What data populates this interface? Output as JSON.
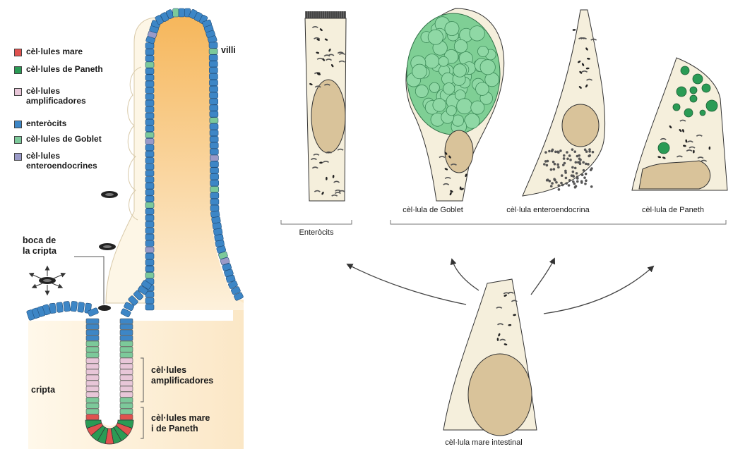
{
  "legend": {
    "items": [
      {
        "label": "cèl·lules mare",
        "color": "#e0524f"
      },
      {
        "label": "cèl·lules de Paneth",
        "color": "#2a9b55"
      },
      {
        "label": "cèl·lules\namplificadores",
        "color": "#e8c6d8"
      },
      {
        "label": "enteròcits",
        "color": "#3d86c6"
      },
      {
        "label": "cèl·lules de Goblet",
        "color": "#7cc99a"
      },
      {
        "label": "cèl·lules\nenteroendocrines",
        "color": "#9a9ac8"
      }
    ]
  },
  "labels": {
    "villi": "villi",
    "crypt_mouth": "boca de\nla cripta",
    "crypt": "cripta",
    "amplifying": "cèl·lules\namplificadores",
    "stem_paneth": "cèl·lules mare\ni de Paneth"
  },
  "cells": {
    "enterocytes": "Enteròcits",
    "goblet": "cèl·lula de Goblet",
    "enteroendocrine": "cèl·lula enteroendocrina",
    "paneth": "cèl·lula de Paneth",
    "stem": "cèl·lula mare intestinal"
  },
  "colors": {
    "cytoplasm": "#f5efdc",
    "nucleus": "#d9c39a",
    "villus_core": "#f7c266",
    "tissue": "#fbeccb",
    "goblet_granules": "#7fcf95",
    "paneth_granules": "#2a9b55"
  }
}
